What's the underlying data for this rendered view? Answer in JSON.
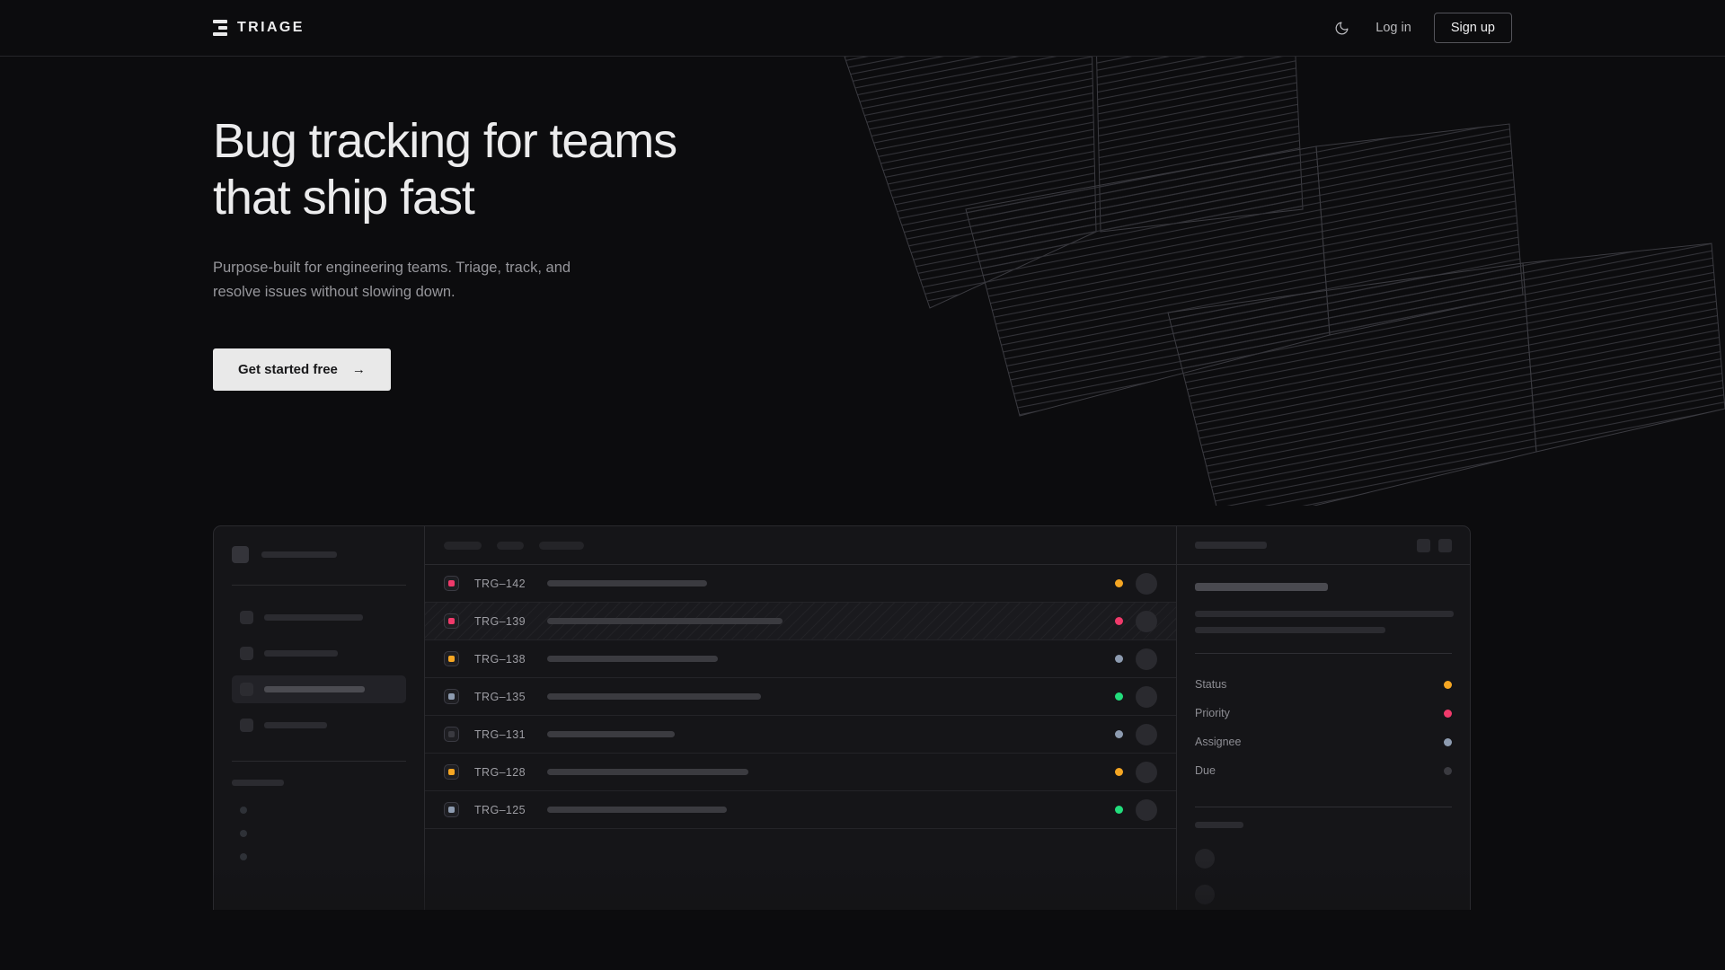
{
  "brand": {
    "name": "TRIAGE",
    "logo_icon": "stacked-bars-icon"
  },
  "nav": {
    "theme_toggle_icon": "moon-icon",
    "login_label": "Log in",
    "signup_label": "Sign up"
  },
  "hero": {
    "headline_line1": "Bug tracking for teams",
    "headline_line2": "that ship fast",
    "subhead_line1": "Purpose-built for engineering teams. Triage, track, and",
    "subhead_line2": "resolve issues without slowing down.",
    "cta_label": "Get started free",
    "cta_arrow": "→"
  },
  "colors": {
    "page_bg": "#0c0c0e",
    "card_bg": "#151518",
    "border": "#2a2a2e",
    "text_primary": "#ececed",
    "text_muted": "#96969b",
    "cta_bg": "#e9e9e9",
    "status_orange": "#f5a623",
    "status_pink": "#f03a6b",
    "status_green": "#22dd7c",
    "status_slate": "#8d9bb0",
    "status_gray": "#3a3a40"
  },
  "app_mock": {
    "sidebar": {
      "workspace_label_width": 96,
      "items": [
        {
          "name": "nav-item-1",
          "width": 110,
          "active": false
        },
        {
          "name": "nav-item-2",
          "width": 82,
          "active": false
        },
        {
          "name": "nav-item-3",
          "width": 112,
          "active": true
        },
        {
          "name": "nav-item-4",
          "width": 70,
          "active": false
        }
      ],
      "section_label_width": 60,
      "sub_items": [
        {
          "name": "project-1"
        },
        {
          "name": "project-2"
        },
        {
          "name": "project-3"
        }
      ]
    },
    "list_header_pills": [
      42,
      30,
      50
    ],
    "rows": [
      {
        "id": "TRG–142",
        "priority_color": "#f03a6b",
        "status_color": "#f5a623",
        "title_width": 178,
        "selected": false
      },
      {
        "id": "TRG–139",
        "priority_color": "#f03a6b",
        "status_color": "#f03a6b",
        "title_width": 262,
        "selected": true
      },
      {
        "id": "TRG–138",
        "priority_color": "#f5a623",
        "status_color": "#8d9bb0",
        "title_width": 190,
        "selected": false
      },
      {
        "id": "TRG–135",
        "priority_color": "#8d9bb0",
        "status_color": "#22dd7c",
        "title_width": 238,
        "selected": false
      },
      {
        "id": "TRG–131",
        "priority_color": "#3a3a40",
        "status_color": "#8d9bb0",
        "title_width": 142,
        "selected": false
      },
      {
        "id": "TRG–128",
        "priority_color": "#f5a623",
        "status_color": "#f5a623",
        "title_width": 224,
        "selected": false
      },
      {
        "id": "TRG–125",
        "priority_color": "#8d9bb0",
        "status_color": "#22dd7c",
        "title_width": 200,
        "selected": false
      }
    ],
    "detail": {
      "header_skeleton_width": 88,
      "action_buttons": [
        "expand-button",
        "more-button"
      ],
      "title_skeleton_width": 150,
      "desc_skeleton_widths": [
        286,
        214
      ],
      "meta": [
        {
          "label": "Status",
          "color": "#f5a623"
        },
        {
          "label": "Priority",
          "color": "#f03a6b"
        },
        {
          "label": "Assignee",
          "color": "#8d9bb0"
        },
        {
          "label": "Due",
          "color": "#3a3a40"
        }
      ],
      "activity_label_width": 56,
      "comment_count": 2
    }
  }
}
